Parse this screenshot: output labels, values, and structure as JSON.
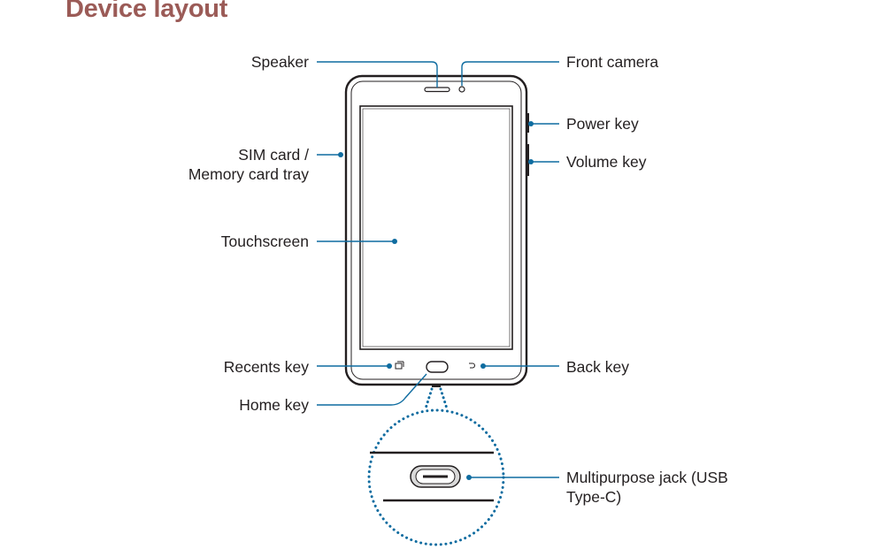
{
  "title": "Device layout",
  "labels": {
    "speaker": "Speaker",
    "front_camera": "Front camera",
    "power_key": "Power key",
    "volume_key": "Volume key",
    "sim_card_line1": "SIM card /",
    "sim_card_line2": "Memory card tray",
    "touchscreen": "Touchscreen",
    "recents_key": "Recents key",
    "back_key": "Back key",
    "home_key": "Home key",
    "multipurpose_line1": "Multipurpose jack (USB",
    "multipurpose_line2": "Type-C)"
  },
  "colors": {
    "title": "#9b5b57",
    "callout": "#0f6ca0",
    "device_outline": "#231f20"
  }
}
